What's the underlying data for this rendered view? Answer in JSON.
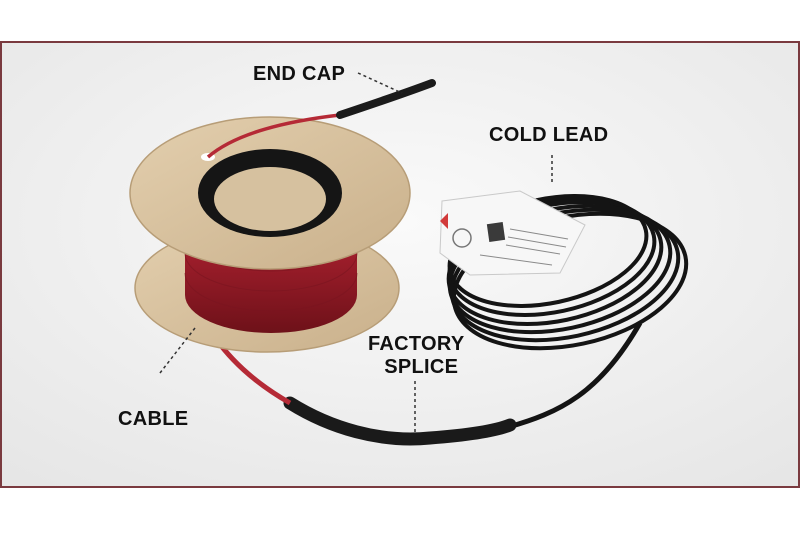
{
  "labels": {
    "end_cap": "END CAP",
    "cold_lead": "COLD LEAD",
    "factory_splice_line1": "FACTORY",
    "factory_splice_line2": "SPLICE",
    "cable": "CABLE"
  },
  "colors": {
    "frame_border": "#7a3a3f",
    "cable_red": "#a3202c",
    "cold_lead_black": "#151515",
    "spool_cardboard": "#d9c4a3"
  }
}
